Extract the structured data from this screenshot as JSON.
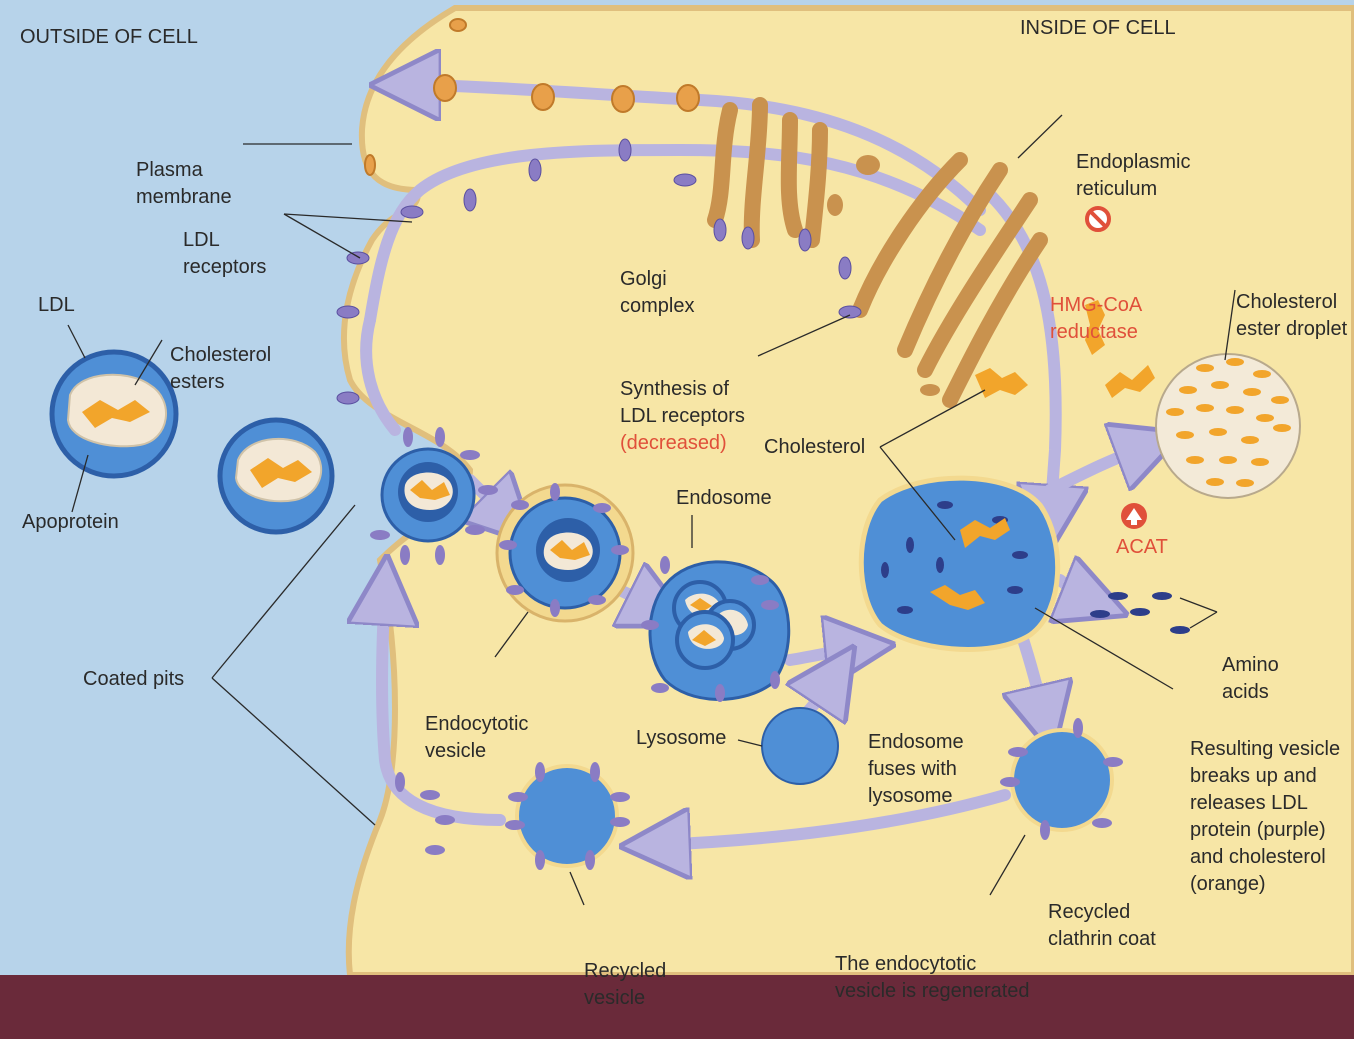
{
  "labels": {
    "outside": "OUTSIDE OF CELL",
    "inside": "INSIDE OF CELL",
    "plasma_membrane": [
      "Plasma",
      "membrane"
    ],
    "ldl_receptors": [
      "LDL",
      "receptors"
    ],
    "ldl": "LDL",
    "cholesterol_esters": [
      "Cholesterol",
      "esters"
    ],
    "apoprotein": "Apoprotein",
    "coated_pits": "Coated pits",
    "golgi": [
      "Golgi",
      "complex"
    ],
    "er": [
      "Endoplasmic",
      "reticulum"
    ],
    "hmg": [
      "HMG-CoA",
      "reductase"
    ],
    "ester_droplet": [
      "Cholesterol",
      "ester droplet"
    ],
    "synthesis": [
      "Synthesis of",
      "LDL receptors"
    ],
    "decreased": "(decreased)",
    "cholesterol": "Cholesterol",
    "endosome": "Endosome",
    "acat": "ACAT",
    "amino": [
      "Amino",
      "acids"
    ],
    "endocytic_vesicle": [
      "Endocytotic",
      "vesicle"
    ],
    "fuses": [
      "Endosome",
      "fuses with",
      "lysosome"
    ],
    "lysosome": "Lysosome",
    "resulting": [
      "Resulting vesicle",
      "breaks up and",
      "releases LDL",
      "protein (purple)",
      "and cholesterol",
      "(orange)"
    ],
    "recycled_coat": [
      "Recycled",
      "clathrin coat"
    ],
    "regenerated": [
      "The endocytotic",
      "vesicle is regenerated"
    ],
    "recycled_vesicle": [
      "Recycled",
      "vesicle"
    ]
  },
  "colors": {
    "outside_bg": "#b7d3ea",
    "cytoplasm": "#f7e6a6",
    "membrane": "#e8c98a",
    "vesicle_blue": "#5b95d0",
    "vesicle_ring": "#2d5fa8",
    "receptor_purple": "#8a7cc4",
    "arrow": "#b9b4e0",
    "cholesterol_orange": "#f2a52b",
    "er_brown": "#c9924e",
    "red_label": "#e0503a"
  },
  "icons": [
    "inhibit-icon",
    "stimulate-icon"
  ]
}
